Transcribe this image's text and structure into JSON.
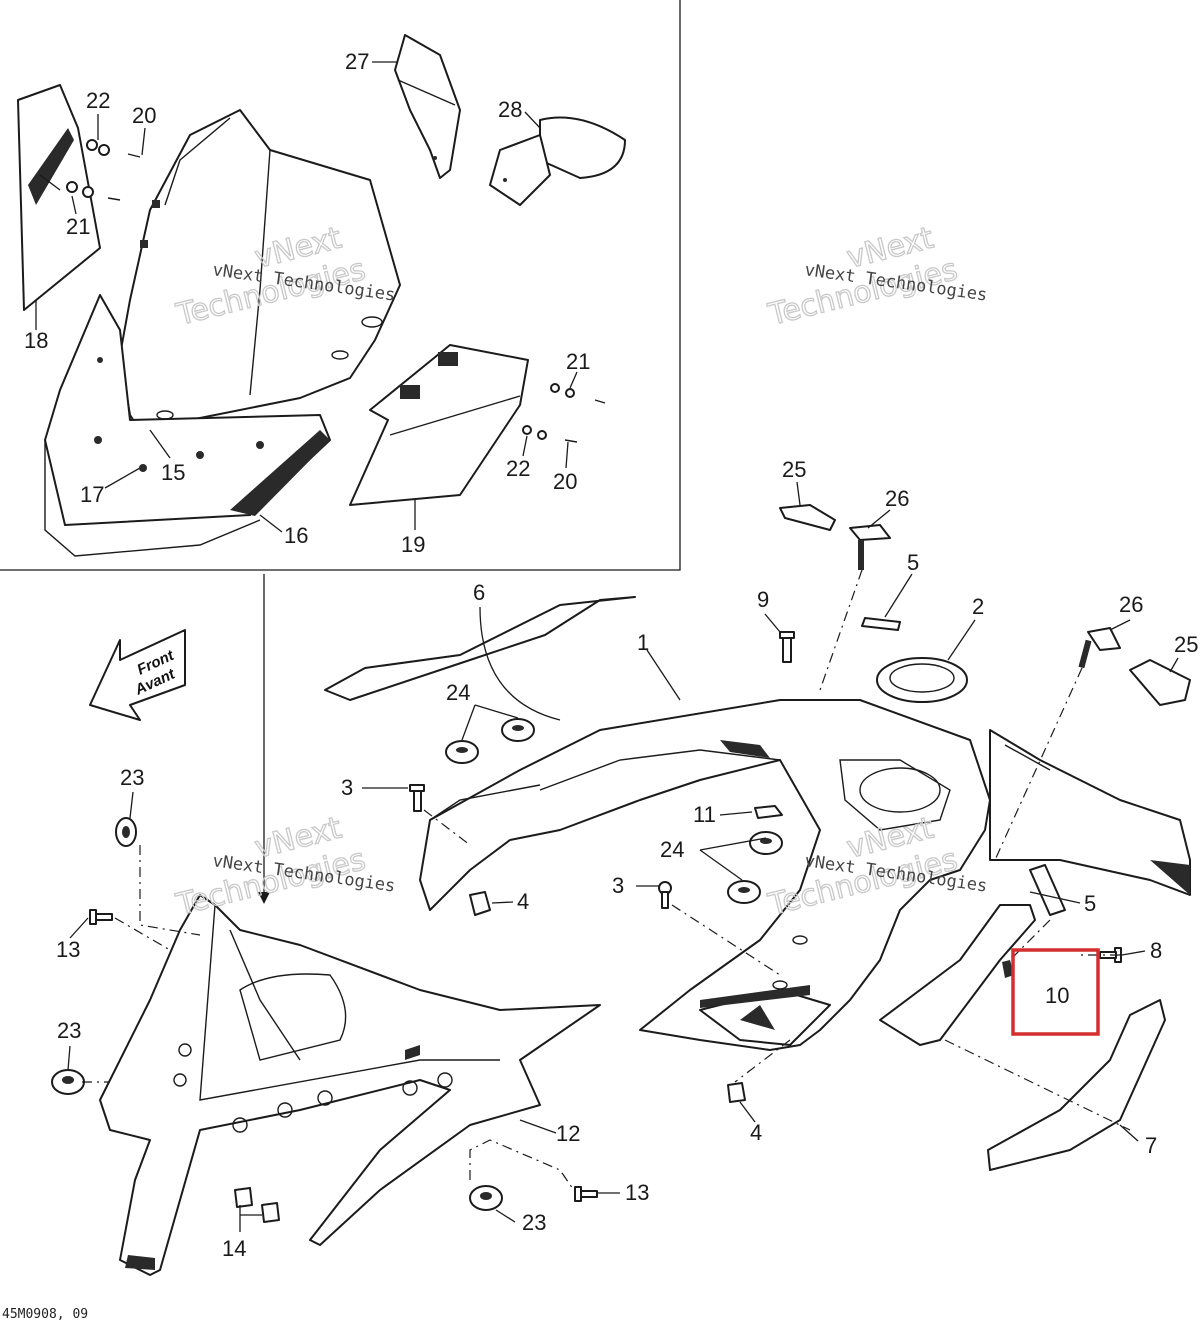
{
  "diagram": {
    "drawing_code": "45M0908, 09",
    "watermarks": [
      {
        "small": "vNext Technologies",
        "big_line1": "vNext",
        "big_line2": "Technologies"
      },
      {
        "small": "vNext Technologies",
        "big_line1": "vNext",
        "big_line2": "Technologies"
      },
      {
        "small": "vNext Technologies",
        "big_line1": "vNext",
        "big_line2": "Technologies"
      },
      {
        "small": "vNext Technologies",
        "big_line1": "vNext",
        "big_line2": "Technologies"
      }
    ],
    "direction_arrow": {
      "line1": "Front",
      "line2": "Avant"
    },
    "callouts": [
      "27",
      "28",
      "22",
      "20",
      "21",
      "18",
      "15",
      "17",
      "16",
      "21",
      "22",
      "20",
      "19",
      "25",
      "26",
      "5",
      "9",
      "2",
      "6",
      "1",
      "26",
      "25",
      "24",
      "3",
      "11",
      "24",
      "3",
      "4",
      "5",
      "8",
      "10",
      "23",
      "13",
      "23",
      "12",
      "13",
      "23",
      "14",
      "4",
      "7"
    ],
    "highlight": {
      "part": "10",
      "color": "#d32f2f"
    }
  }
}
